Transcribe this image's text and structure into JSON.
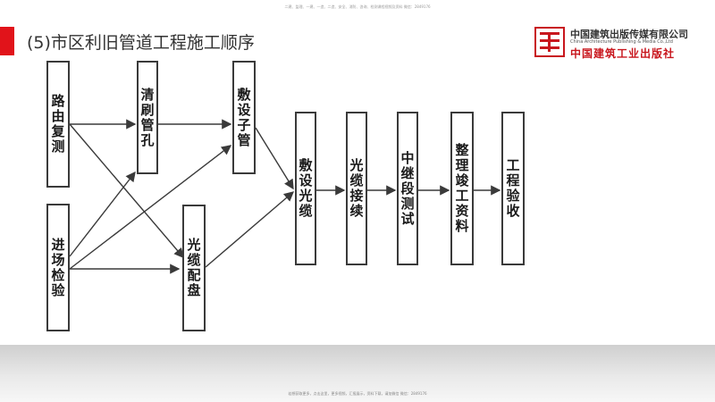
{
  "header": {
    "top_note": "二建、监理、一建、一造、二造、安全、消防、咨询、检测课程视频及资料 微信：2849176",
    "title": "(5)市区利旧管道工程施工顺序"
  },
  "logo": {
    "name_cn": "中国建筑出版传媒有限公司",
    "name_en": "China Architecture Publishing & Media Co.,Ltd",
    "name_cn2": "中国建筑工业出版社"
  },
  "flow": {
    "boxes": [
      {
        "id": "road",
        "label": "路由复测"
      },
      {
        "id": "inspect",
        "label": "进场检验"
      },
      {
        "id": "clean",
        "label": "清刷管孔"
      },
      {
        "id": "distribute",
        "label": "光缆配盘"
      },
      {
        "id": "subduct",
        "label": "敷设子管"
      },
      {
        "id": "lay",
        "label": "敷设光缆"
      },
      {
        "id": "splice",
        "label": "光缆接续"
      },
      {
        "id": "relay",
        "label": "中继段测试"
      },
      {
        "id": "docs",
        "label": "整理竣工资料"
      },
      {
        "id": "accept",
        "label": "工程验收"
      }
    ],
    "edges": [
      [
        "road",
        "clean"
      ],
      [
        "road",
        "distribute"
      ],
      [
        "inspect",
        "clean"
      ],
      [
        "inspect",
        "distribute"
      ],
      [
        "clean",
        "subduct"
      ],
      [
        "inspect",
        "subduct"
      ],
      [
        "subduct",
        "lay"
      ],
      [
        "distribute",
        "lay"
      ],
      [
        "lay",
        "splice"
      ],
      [
        "splice",
        "relay"
      ],
      [
        "relay",
        "docs"
      ],
      [
        "docs",
        "accept"
      ]
    ]
  },
  "footer": {
    "note": "若想获取更多，点击这里，更多视频，汇报展示，资料下载，请加微信 微信：2849176"
  },
  "colors": {
    "accent": "#e1131a",
    "logo_red": "#c8161d",
    "line": "#3a3a3a"
  }
}
